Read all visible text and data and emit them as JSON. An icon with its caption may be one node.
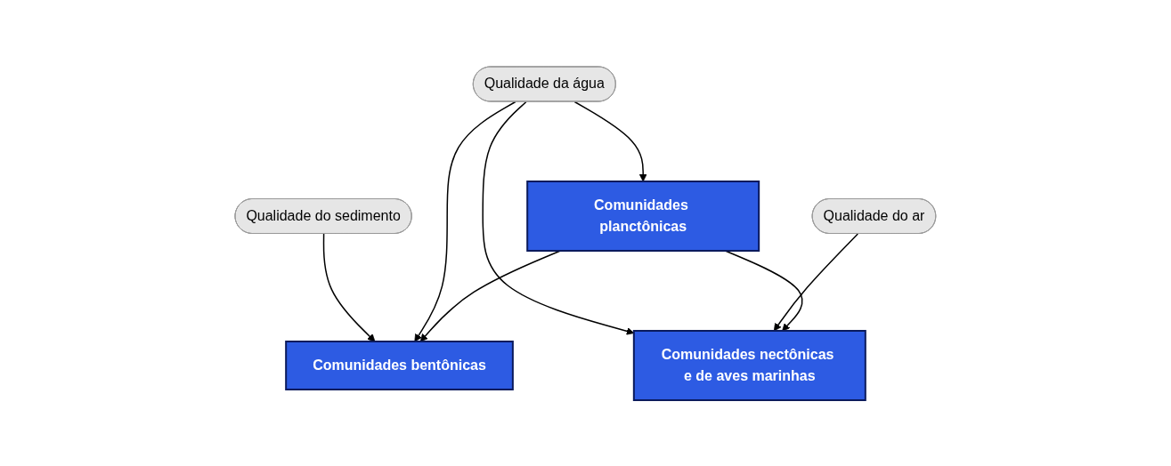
{
  "diagram": {
    "nodes": [
      {
        "text": [
          "Qualidade do sedimento"
        ]
      },
      {
        "text": [
          "Qualidade da água"
        ]
      },
      {
        "text": [
          "Qualidade do ar"
        ]
      },
      {
        "text": [
          "Comunidades bentônicas"
        ]
      },
      {
        "text": [
          "Comunidades planctônicas"
        ]
      },
      {
        "text": [
          "Comunidades nectônicas e de aves marinhas"
        ]
      }
    ],
    "edges": [
      {
        "from": 0,
        "to": 3,
        "arrow": "to"
      },
      {
        "from": 1,
        "to": 3,
        "arrow": "to"
      },
      {
        "from": 1,
        "to": 4,
        "arrow": "to"
      },
      {
        "from": 1,
        "to": 5,
        "arrow": "to"
      },
      {
        "from": 2,
        "to": 5,
        "arrow": "to"
      },
      {
        "from": 4,
        "to": 3,
        "arrow": "to"
      },
      {
        "from": 4,
        "to": 5,
        "arrow": "to"
      }
    ]
  }
}
